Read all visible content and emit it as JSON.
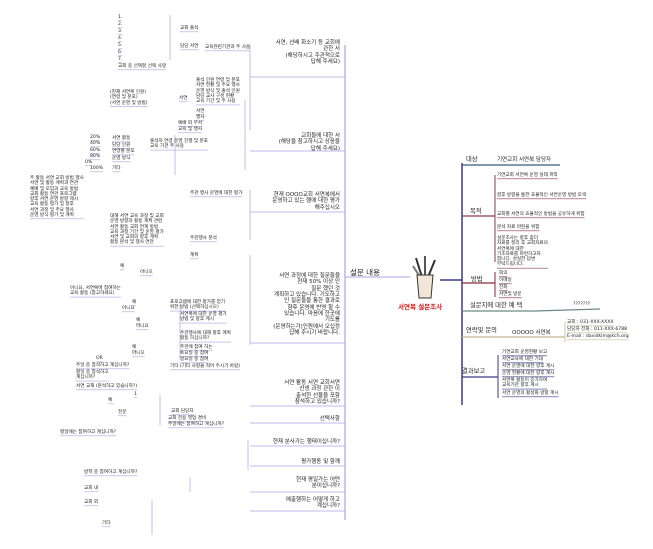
{
  "center": {
    "title": "서연복 설문조사",
    "icon": "pencil-cup-icon"
  },
  "right": {
    "target": {
      "label": "대상",
      "value": "기연교회 서연복 담당자"
    },
    "purpose": {
      "label": "목적",
      "items": [
        "기연교회 서연복 운영 실태 파악",
        "향후 방향을 통한 효율적인 서연운영 방법 모색",
        "교회별 서연의 효율적인 방법을 공유하게 위함",
        "분석 자료 마련을 위함",
        "설문조사는 향후 좀더\n자료를 정리 후 교회자료의\n서연복에 대한\n기초자료를 마련하고자\n합니다. 성실한 답변\n부탁드립니다."
      ]
    },
    "method": {
      "label": "방법",
      "items": [
        "회의",
        "이메일",
        "전화",
        "서면및 방문"
      ]
    },
    "sample": {
      "label": "설문지에 대한 예 택",
      "value": "???????"
    },
    "contact": {
      "label": "연락및 문의",
      "org": "OOOOO 서연복",
      "lines": [
        "교회 : 031-XXX-XXXX",
        "담당자 전화 : 011-XXX-6788",
        "E-mail : davidkim@kch.org"
      ]
    },
    "result": {
      "label": "결과보고",
      "items": [
        "기연교회 운영현황 보고",
        "서연교육에 대한 기대",
        "서연 운영에 대한 향후 계시",
        "운영 현황에 대한 향후 계시",
        "서연복 활동이 증가하여\n교육기관 향후 계시",
        "서연 운영의 활성화 방향 계시"
      ]
    }
  },
  "left": {
    "root": "설문 내용",
    "questions": [
      "서연, 선배 화소기 등 교회에\n관한 서\n(해당하시고 주관적으로\n답해 주세요)",
      "교회들에 대한 서\n(해당을 참고하시고 상응을\n답해 주세요)",
      "현재 OOOO교회 서연복에서\n운영하고 있는 행에 대한 평가\n해주십시오",
      "서연 과정에 대한 질문들을\n현재 50% 이상 인\n질문 했던 것\n계획하고 있습니다. 기도하고\n인 질문들을 통한 결과로\n향후 운영에 반영 할 수\n있습니다. 마음에 한곳에\n기도를\n(운영하는가)인원에서 오십정\n답해 주시기 바랍니다.",
      "서연 활동 서연 교회서연\n선생 과정 관한 이\n출석한 선물을 포함\n참석하고 있습니까?",
      "선택사항",
      "현재 분사가는 행태이십니까?",
      "평가행동 및 함께",
      "현재 평일가는 어떤\n분이십니까?",
      "예출행하는 어떻게 하고\n계십니까?"
    ],
    "leaves": [
      "1.",
      "2.",
      "3.",
      "4.",
      "5.",
      "6.",
      "7.",
      "교회 출석",
      "담당 서연",
      "교회 중 선택할 선택 사항",
      "교육관련기관과 주 사용",
      "출석 인원 연령 및 분포\n서연 현황 및 주요 행사\n운영 방식 및 출석 인원\n담당 교사 구성 현황\n교육 기간 및 주 사용",
      "(현재 서연복 인원)\n(연령 및 분포)\n(서연 운영 및 방법)",
      "서연",
      "서연",
      "행사",
      "예배 외 부서",
      "교육 및 행사",
      "출석자 연령 운영 진행 및 분포\n교육 기관 주 사용",
      "20%",
      "40%",
      "60%",
      "80%",
      "0%",
      "100%",
      "서연 활동",
      "담당 인원",
      "연령별 분포",
      "운영 방식",
      "기타",
      "주관 행사 운영에 대한 평가",
      "주 활동 서연 교회 방법 행사\n서연 및 활동 계획과 연관\n예배 및 모임과 교육 방법\n교회 활동 연관 프로그램\n향후 서연 운영 방향 제시\n교육 활동 평가 및 향후\n서연 과정 및 주요 행사\n운영 방식 평가 및 계획",
      "주관행사 분석",
      "대해 서연 교육 과정 및 교회\n운영 방향과 활동 계획 관련\n서연 활동 교회 연계 방법\n교육 과정 기간 및 운영 평가\n서연 및 교회의 향후 계획\n활동 분석 및 행사 연관",
      "계획",
      "예",
      "아니오",
      "아니요, 서연복에 참여하는\n교육 활동 (참고하세요)",
      "예",
      "아니요",
      "프로그램에 대한 평가를 얻기\n위한 방법 (선택하십시오)",
      "예",
      "아니요",
      "서연복에 대한 운영 평가\n방법 및 향후 계시",
      "주관행사에 대해 향후 계획\n활동 하십니까?",
      "예",
      "아니오",
      "주관에 참여 하는",
      "토요일 중 참여",
      "일요일 중 참여",
      "기타 (기타 사항을 적어 주시기 바람)",
      "OR",
      "주일 중 참석하고 계십니까?",
      "평일 중 참석하고\n계십니까?",
      "서연 교재 (분석하고 있습니까?)",
      "1",
      "예 ",
      "전문",
      "교회 담당자",
      "교회 전용 영업 경비",
      "주일에는 참여하고 계십니까?",
      "평일에는 참여하고 계십니까?",
      "방학 중 참여하고 계십니까?",
      "교회 내",
      "교회 외",
      "기타"
    ]
  },
  "colors": {
    "center": "#d01818",
    "leftWire": "#aaa3e3",
    "target": "#3a5a7a",
    "purpose": "#8a3a5a",
    "method": "#8a2a3a",
    "sample": "#6a8a8a",
    "contact": "#c8b890",
    "result": "#3a3a8a"
  }
}
